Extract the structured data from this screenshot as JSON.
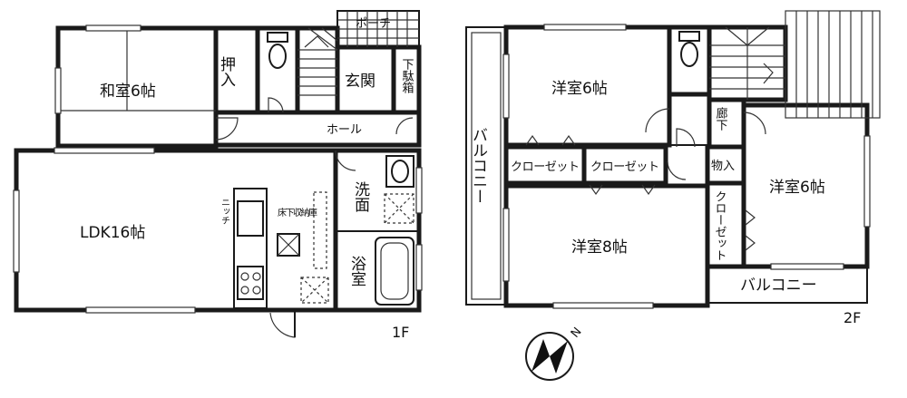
{
  "floor1": {
    "label": "1F",
    "rooms": {
      "washitsu": "和室6帖",
      "oshiire": "押入",
      "porch": "ポーチ",
      "genkan": "玄関",
      "getabako": "下駄箱",
      "hall": "ホール",
      "ldk": "LDK16帖",
      "niche": "ニッチ",
      "underfloor": "床下収納庫",
      "washroom": "洗面",
      "bath": "浴室"
    }
  },
  "floor2": {
    "label": "2F",
    "rooms": {
      "western_a": "洋室6帖",
      "western_b": "洋室8帖",
      "western_c": "洋室6帖",
      "balcony_west": "バルコニー",
      "balcony_south": "バルコニー",
      "closet_1": "クローゼット",
      "closet_2": "クローゼット",
      "closet_3": "クローゼット",
      "storage": "物入",
      "corridor": "廊下"
    }
  },
  "compass": {
    "north": "N"
  }
}
